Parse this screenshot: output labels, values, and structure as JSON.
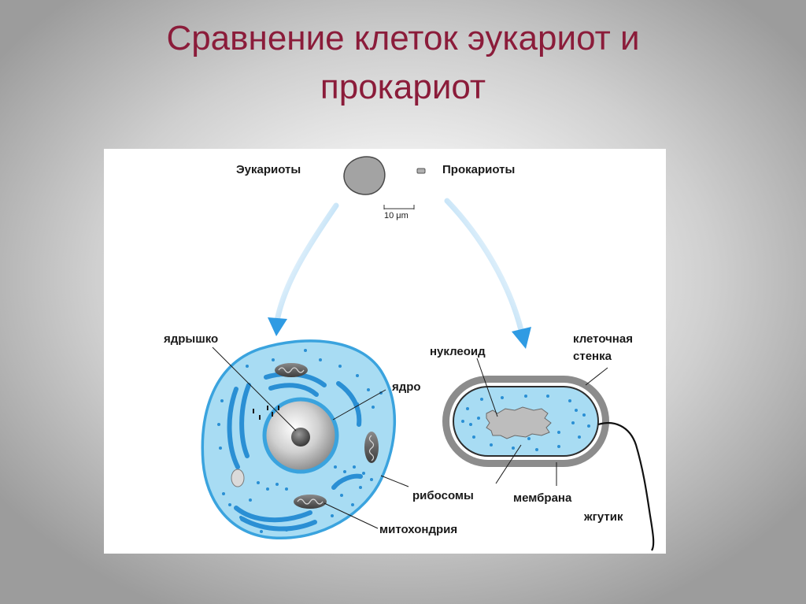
{
  "slide": {
    "title_line1": "Сравнение клеток эукариот и",
    "title_line2": "прокариот"
  },
  "figure": {
    "labels": {
      "eukaryotes": "Эукариоты",
      "prokaryotes": "Прокариоты",
      "scale_bar": "10 μm",
      "nucleolus": "ядрышко",
      "nucleus": "ядро",
      "ribosomes": "рибосомы",
      "mitochondrion": "митохондрия",
      "nucleoid": "нуклеоид",
      "cell_wall_line1": "клеточная",
      "cell_wall_line2": "стенка",
      "membrane": "мембрана",
      "flagellum": "жгутик"
    },
    "colors": {
      "title": "#8b1c3a",
      "cytoplasm": "#a8dcf3",
      "membrane_outline": "#3aa3de",
      "arrow": "#2f9be3",
      "nucleus_gray": "#bdbdbd",
      "cell_wall_gray": "#8c8c8c"
    }
  }
}
